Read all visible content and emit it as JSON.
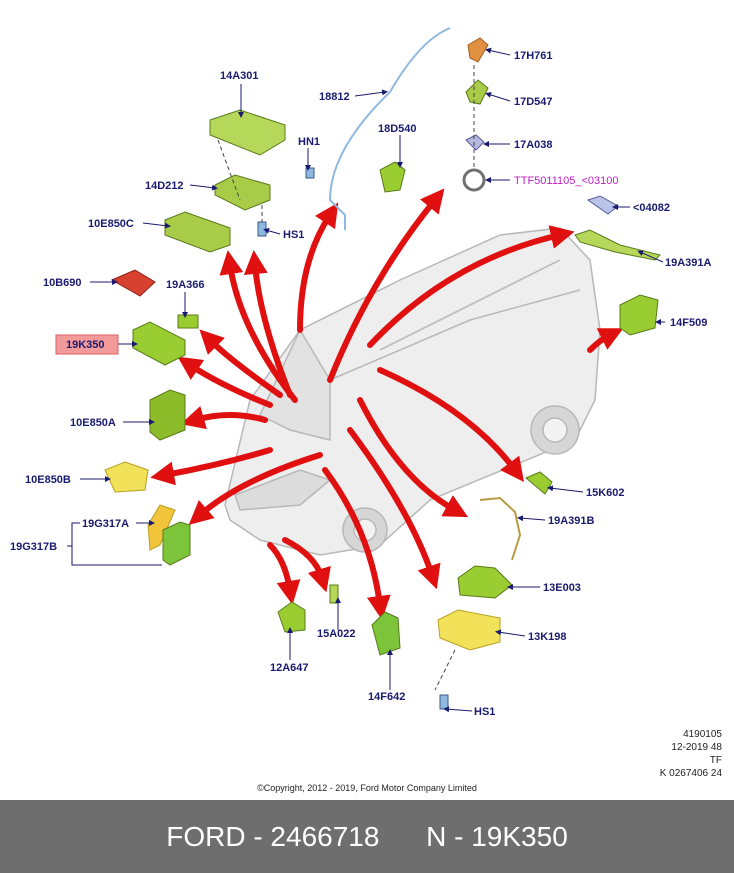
{
  "labels": {
    "l14A301": "14A301",
    "l18812": "18812",
    "l17H761": "17H761",
    "l17D547": "17D547",
    "l18D540": "18D540",
    "lHN1": "HN1",
    "l17A038": "17A038",
    "lTTF": "TTF5011105_<03100",
    "l14D212": "14D212",
    "l04082": "<04082",
    "l10E850C": "10E850C",
    "lHS1a": "HS1",
    "l19A391A": "19A391A",
    "l10B690": "10B690",
    "l19A366": "19A366",
    "l14F509": "14F509",
    "l19K350": "19K350",
    "l10E850A": "10E850A",
    "l10E850B": "10E850B",
    "l15K602": "15K602",
    "l19G317A": "19G317A",
    "l19A391B": "19A391B",
    "l19G317B": "19G317B",
    "l13E003": "13E003",
    "l13K198": "13K198",
    "l15A022": "15A022",
    "l12A647": "12A647",
    "l14F642": "14F642",
    "lHS1b": "HS1"
  },
  "meta": {
    "line1": "4190105",
    "line2": "12-2019 48",
    "line3": "TF",
    "line4": "K 0267406 24"
  },
  "copyright": "©Copyright, 2012 - 2019, Ford Motor Company Limited",
  "footer": {
    "brand_part": "FORD - 2466718",
    "part_number": "N - 19K350"
  },
  "colors": {
    "label_text": "#1a1a6e",
    "highlight_box": "#f29a9a",
    "arrow": "#e01010",
    "component_green": "#9acd32",
    "component_yellow": "#f2e25a",
    "component_red": "#d84030",
    "footer_bg": "#6e6e6e"
  }
}
